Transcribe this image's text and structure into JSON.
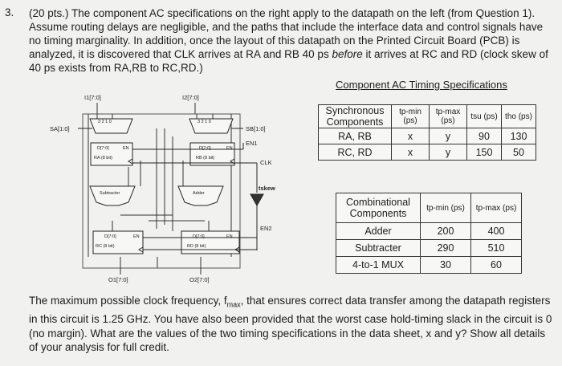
{
  "question": {
    "number": "3.",
    "intro": "(20 pts.) The component AC specifications on the right apply to the datapath on the left (from Question 1). Assume routing delays are negligible, and the paths that include the interface data and control signals have no timing marginality. In addition, once the layout of this datapath on the Printed Circuit Board (PCB) is analyzed, it is discovered that CLK arrives at RA and RB 40 ps",
    "intro_em": "before",
    "intro_end": "it arrives at RC and RD (clock skew of 40 ps exists from RA,RB to RC,RD.)",
    "bottom_part1": "The maximum possible clock frequency, f",
    "bottom_sub": "max",
    "bottom_part2": ", that ensures correct data transfer among the datapath registers in this circuit is 1.25 GHz. You have also been provided that the worst case hold-timing slack in the circuit is 0 (no margin). What are the values of the two timing specifications in the data sheet, x and y? Show all details of your analysis for full credit."
  },
  "diagram": {
    "i1": "I1[7:0]",
    "i2": "I2[7:0]",
    "sa": "SA[1:0]",
    "sb": "SB[1:0]",
    "en1": "EN1",
    "en2": "EN2",
    "clk": "CLK",
    "tskew": "tskew",
    "o1": "O1[7:0]",
    "o2": "O2[7:0]",
    "mux_a_inputs": "3 2 1 0",
    "mux_b_inputs": "3 2 1 0",
    "ra": "RA (8 bit)",
    "rb": "RB (8 bit)",
    "rc": "RC (8 bit)",
    "rd": "RD (8 bit)",
    "reg_d": "D[7:0]",
    "reg_en": "EN",
    "subtracter": "Subtracter",
    "adder": "Adder"
  },
  "spec_title": "Component AC Timing Specifications",
  "table1": {
    "header": [
      "Synchronous Components",
      "tp-min (ps)",
      "tp-max (ps)",
      "tsu (ps)",
      "tho (ps)"
    ],
    "rows": [
      [
        "RA, RB",
        "x",
        "y",
        "90",
        "130"
      ],
      [
        "RC, RD",
        "x",
        "y",
        "150",
        "50"
      ]
    ]
  },
  "table2": {
    "header": [
      "Combinational Components",
      "tp-min (ps)",
      "tp-max (ps)"
    ],
    "rows": [
      [
        "Adder",
        "200",
        "400"
      ],
      [
        "Subtracter",
        "290",
        "510"
      ],
      [
        "4-to-1 MUX",
        "30",
        "60"
      ]
    ]
  }
}
